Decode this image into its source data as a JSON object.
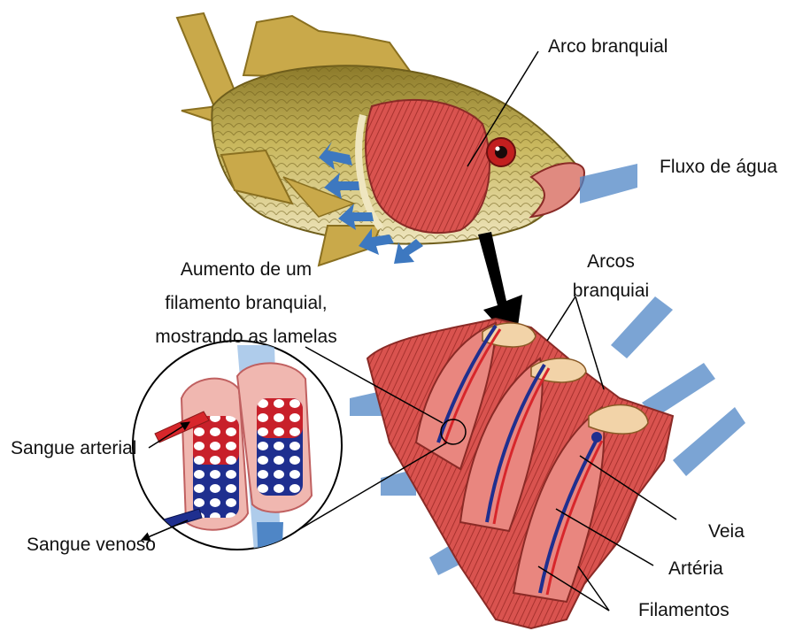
{
  "labels": {
    "arco_branquial": "Arco branquial",
    "fluxo_de_agua": "Fluxo de água",
    "aumento_line1": "Aumento de um",
    "aumento_line2": "filamento branquial,",
    "aumento_line3": "mostrando as lamelas",
    "arcos_line1": "Arcos",
    "arcos_line2": "branquiai",
    "sangue_arterial": "Sangue arterial",
    "sangue_venoso": "Sangue venoso",
    "veia": "Veia",
    "arteria": "Artéria",
    "filamentos": "Filamentos"
  },
  "colors": {
    "water_flow": "#4f86c6",
    "gill_tissue": "#d9534f",
    "gill_dark": "#a8322e",
    "arterial_blood": "#d7262b",
    "venous_blood": "#1f2f8f",
    "fish_body": "#c8b55a",
    "fish_belly": "#e9e1b8",
    "fish_fin": "#c9a94a"
  }
}
